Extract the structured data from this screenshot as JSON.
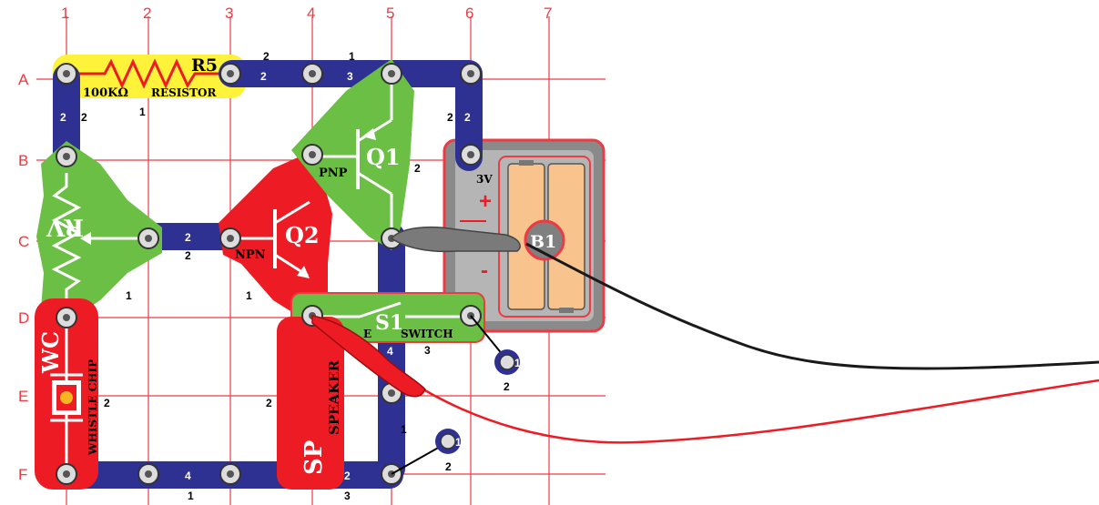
{
  "columns": [
    "1",
    "2",
    "3",
    "4",
    "5",
    "6",
    "7"
  ],
  "rows": [
    "A",
    "B",
    "C",
    "D",
    "E",
    "F"
  ],
  "resistor": {
    "ref": "R5",
    "value": "100KΩ",
    "name": "RESISTOR"
  },
  "variable_resistor": {
    "ref": "RV"
  },
  "q1": {
    "ref": "Q1",
    "type": "PNP"
  },
  "q2": {
    "ref": "Q2",
    "type": "NPN"
  },
  "battery": {
    "ref": "B1",
    "voltage": "3V",
    "plus": "+",
    "minus": "-"
  },
  "switch": {
    "ref": "S1",
    "name": "SWITCH",
    "partial": "E"
  },
  "whistle": {
    "ref": "WC",
    "name": "WHISTLE CHIP"
  },
  "speaker": {
    "ref": "SP",
    "name": "SPEAKER"
  },
  "snap_labels": {
    "two": "2",
    "three": "3",
    "four": "4",
    "one": "1"
  },
  "level_labels": {
    "one": "1",
    "two": "2",
    "three": "3"
  },
  "colors": {
    "grid": "#ee3a43",
    "snap": "#2e3192",
    "green": "#6abf44",
    "red": "#ed1c24",
    "yellow": "#fff23a",
    "battery": "#f9c38d"
  }
}
